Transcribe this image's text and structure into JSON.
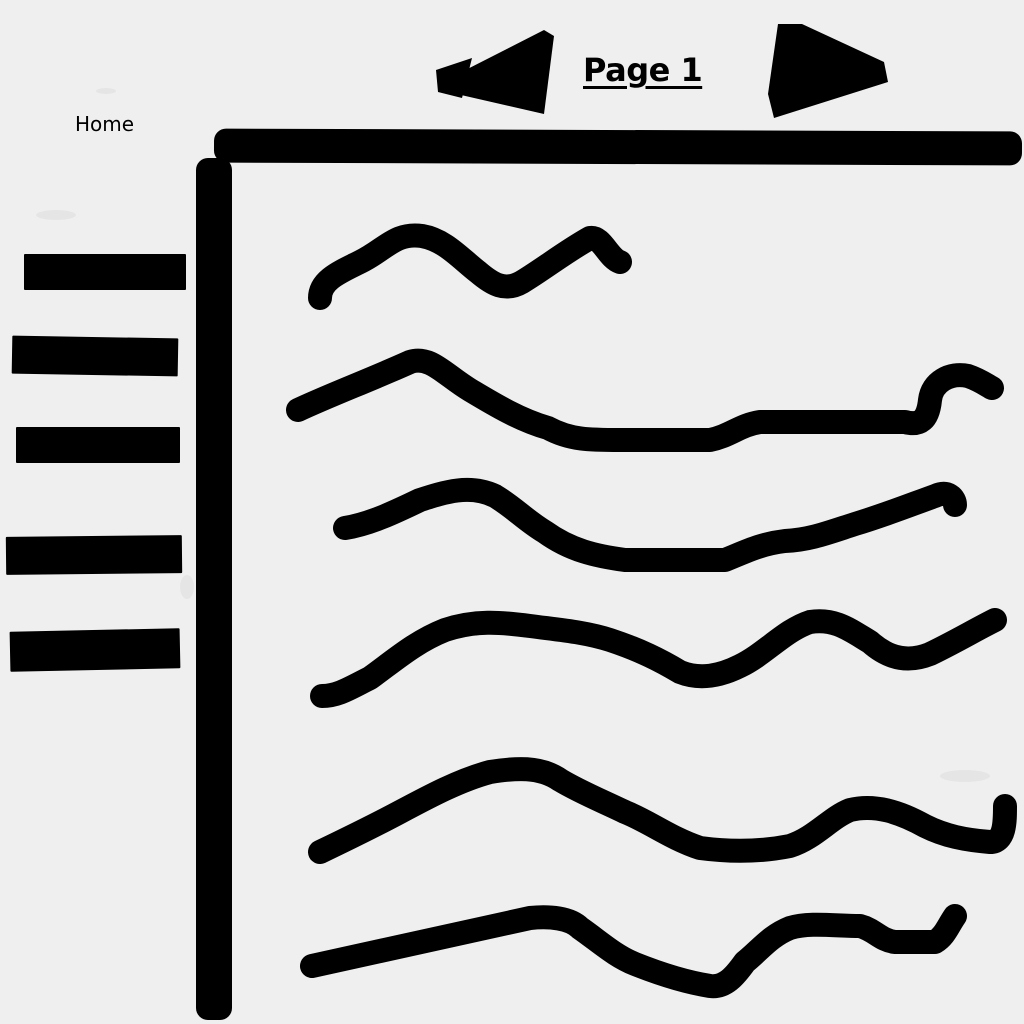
{
  "nav": {
    "home_label": "Home"
  },
  "header": {
    "page_title": "Page 1",
    "prev_icon": "left-triangle-arrow",
    "next_icon": "right-triangle-arrow"
  },
  "sidebar": {
    "items": [
      {
        "icon": "bar-placeholder"
      },
      {
        "icon": "bar-placeholder"
      },
      {
        "icon": "bar-placeholder"
      },
      {
        "icon": "bar-placeholder"
      },
      {
        "icon": "bar-placeholder"
      }
    ]
  },
  "content": {
    "line_count": 6
  },
  "colors": {
    "background": "#efefef",
    "ink": "#000000"
  }
}
